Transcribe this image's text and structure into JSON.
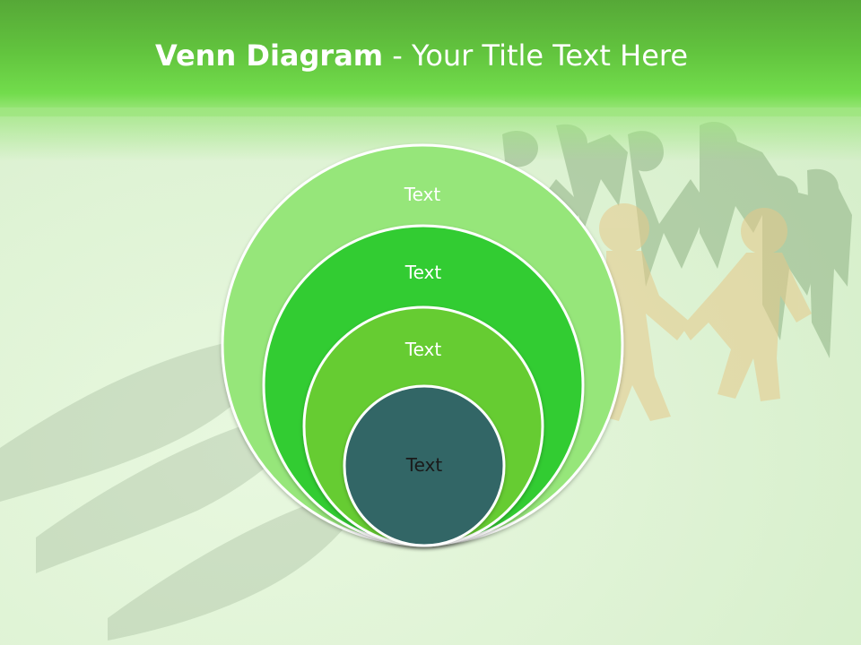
{
  "slide": {
    "title_bold": "Venn Diagram",
    "title_rest": " - Your Title Text Here"
  },
  "diagram": {
    "type": "nested-circles",
    "circles": [
      {
        "label": "Text",
        "fill": "#96e67a",
        "text_color": "#ffffff"
      },
      {
        "label": "Text",
        "fill": "#33cc33",
        "text_color": "#ffffff"
      },
      {
        "label": "Text",
        "fill": "#66cc33",
        "text_color": "#ffffff"
      },
      {
        "label": "Text",
        "fill": "#336666",
        "text_color": "#1a1a1a"
      }
    ],
    "stroke": "#ffffff"
  },
  "colors": {
    "header_top": "#56a837",
    "header_bottom": "#72dc4c",
    "background": "#e0f4d6"
  },
  "background_image": "paper-people-chain"
}
